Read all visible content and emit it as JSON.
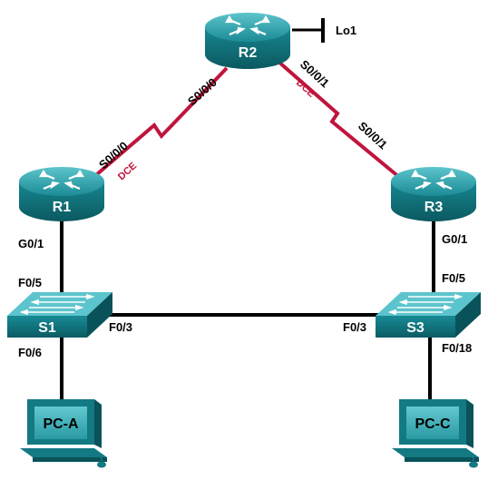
{
  "devices": {
    "r1": {
      "name": "R1"
    },
    "r2": {
      "name": "R2"
    },
    "r3": {
      "name": "R3"
    },
    "s1": {
      "name": "S1"
    },
    "s3": {
      "name": "S3"
    },
    "pca": {
      "name": "PC-A"
    },
    "pcc": {
      "name": "PC-C"
    }
  },
  "interfaces": {
    "r2_lo": "Lo1",
    "r2_to_r1": "S0/0/0",
    "r1_to_r2": "S0/0/0",
    "r2_to_r3": "S0/0/1",
    "r3_to_r2": "S0/0/1",
    "r1_g": "G0/1",
    "r3_g": "G0/1",
    "s1_up": "F0/5",
    "s3_up": "F0/5",
    "s1_trunk": "F0/3",
    "s3_trunk": "F0/3",
    "s1_pc": "F0/6",
    "s3_pc": "F0/18"
  },
  "link_tags": {
    "r1_dce": "DCE",
    "r2_dce": "DCE"
  },
  "colors": {
    "serial_link": "#c0143c",
    "ethernet_link": "#000000",
    "device_teal": "#1a8f98",
    "device_dark": "#0c5e66"
  }
}
